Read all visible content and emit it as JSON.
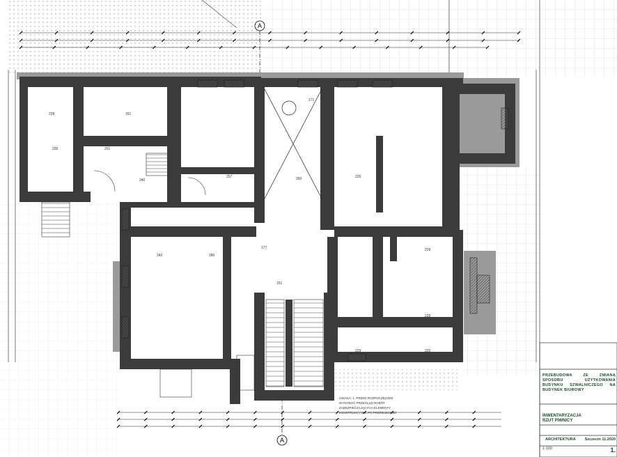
{
  "axis_marker_top": "A",
  "axis_marker_bottom": "A",
  "room_labels": [
    "238",
    "200",
    "161",
    "201",
    "257",
    "240",
    "171",
    "260",
    "242",
    "280",
    "226",
    "229",
    "220",
    "177",
    "151",
    "229",
    "229"
  ],
  "notes": {
    "heading": "UWAGA: 1. PRZED ROZPOCZĘCIEM",
    "lines": [
      "WYKONAĆ PRZEGLĄD ROBÓT",
      "ZABEZPIECZAJĄCYCH ELEMENTY",
      "KONSTRUKCYJNE PO PRZEBUDOWIE"
    ]
  },
  "title_block": {
    "project": "PRZEBUDOWA ZE ZMIANĄ SPOSOBU UŻYTKOWANIA BUDYNKU SZWALNICZEGO NA BUDYNEK BIUROWY",
    "drawing_type": "INWENTARYZACJA",
    "drawing_name": "RZUT PIWNICY",
    "discipline": "ARCHITEKTURA",
    "place_date": "Szczecin 11.2020",
    "scale": "1:100",
    "sheet_number": "1."
  },
  "colors": {
    "wall": "#3b3b3b",
    "halo": "#9a9a9a",
    "grid": "#c8c8c8",
    "title": "#1a4a2a"
  }
}
